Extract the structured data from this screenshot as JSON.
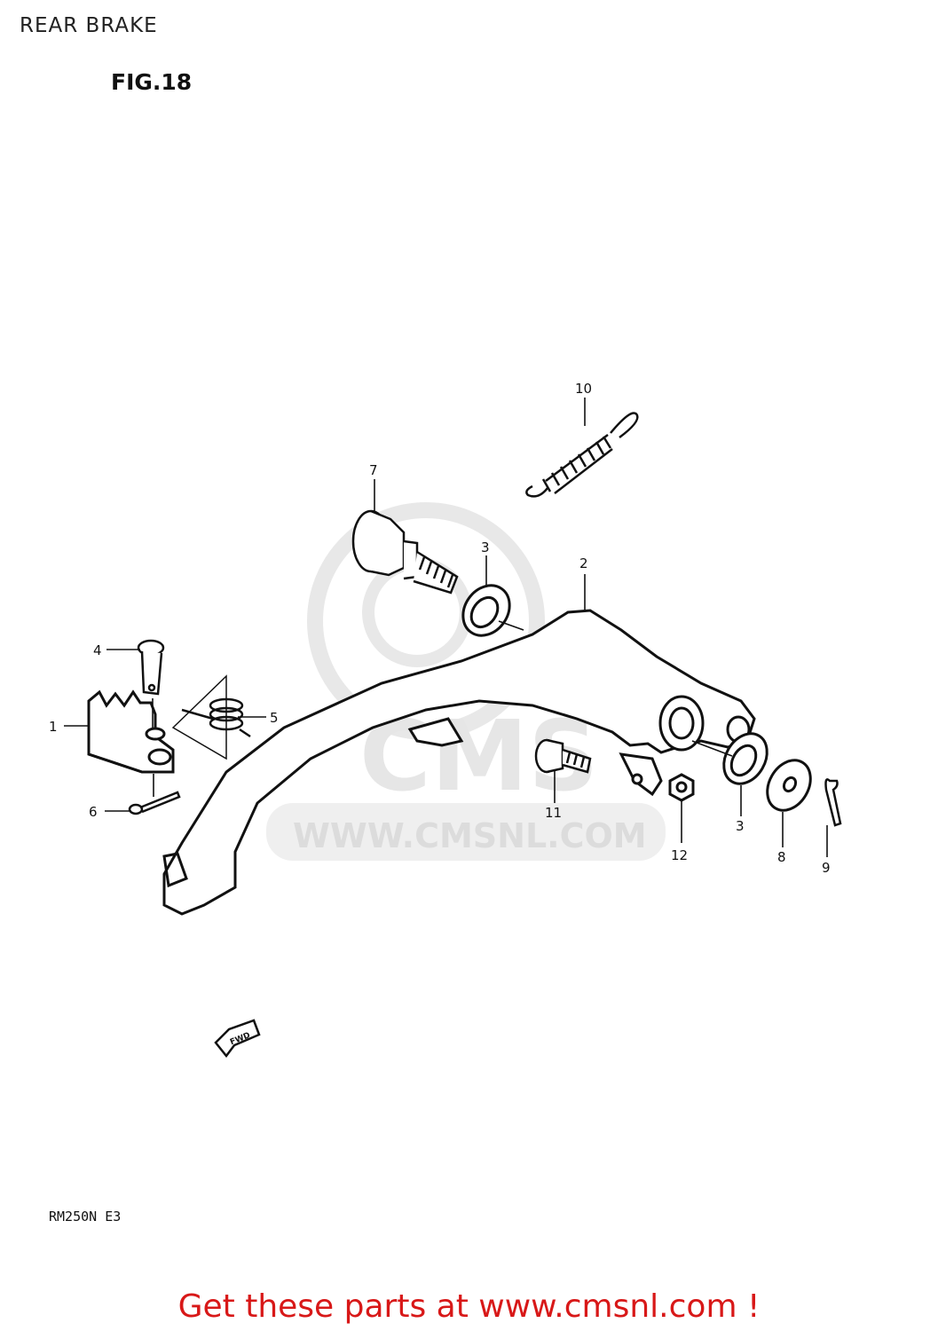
{
  "header": {
    "title": "REAR BRAKE"
  },
  "figure": {
    "label": "FIG.18"
  },
  "watermark": {
    "url": "WWW.CMSNL.COM",
    "logo_text": "CMS"
  },
  "callouts": [
    {
      "id": "1",
      "text": "1",
      "part": "footrest-bracket"
    },
    {
      "id": "2",
      "text": "2",
      "part": "brake-pedal"
    },
    {
      "id": "3a",
      "text": "3",
      "part": "oil-seal-left"
    },
    {
      "id": "3b",
      "text": "3",
      "part": "oil-seal-right"
    },
    {
      "id": "4",
      "text": "4",
      "part": "clevis-pin"
    },
    {
      "id": "5",
      "text": "5",
      "part": "footrest-spring"
    },
    {
      "id": "6",
      "text": "6",
      "part": "cotter-pin-footrest"
    },
    {
      "id": "7",
      "text": "7",
      "part": "pivot-bolt"
    },
    {
      "id": "8",
      "text": "8",
      "part": "washer"
    },
    {
      "id": "9",
      "text": "9",
      "part": "cotter-pin-pivot"
    },
    {
      "id": "10",
      "text": "10",
      "part": "return-spring"
    },
    {
      "id": "11",
      "text": "11",
      "part": "adjuster-bolt"
    },
    {
      "id": "12",
      "text": "12",
      "part": "nut"
    }
  ],
  "direction_badge": {
    "text": "FWD"
  },
  "footer": {
    "model": "RM250N E3",
    "cta": "Get these parts at www.cmsnl.com !",
    "cta_color": "#d81818"
  }
}
